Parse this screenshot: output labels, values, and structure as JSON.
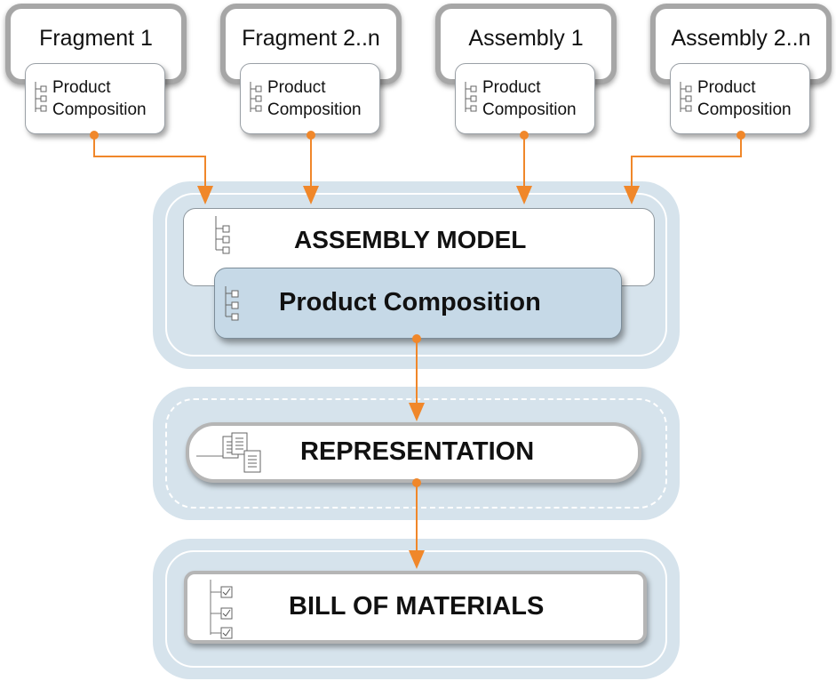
{
  "sources": [
    {
      "title": "Fragment 1",
      "sublabel_line1": "Product",
      "sublabel_line2": "Composition"
    },
    {
      "title": "Fragment 2..n",
      "sublabel_line1": "Product",
      "sublabel_line2": "Composition"
    },
    {
      "title": "Assembly 1",
      "sublabel_line1": "Product",
      "sublabel_line2": "Composition"
    },
    {
      "title": "Assembly 2..n",
      "sublabel_line1": "Product",
      "sublabel_line2": "Composition"
    }
  ],
  "assembly_model": {
    "title": "ASSEMBLY MODEL",
    "inner_title": "Product Composition"
  },
  "representation": {
    "title": "REPRESENTATION"
  },
  "bill_of_materials": {
    "title": "BILL OF MATERIALS"
  },
  "colors": {
    "arrow": "#f0872a",
    "panel": "#d6e3ec",
    "box_blue": "#c6d9e7",
    "border_grey": "#a6a6a6"
  },
  "icons": [
    "tree-structure-icon",
    "documents-icon",
    "checklist-icon"
  ]
}
